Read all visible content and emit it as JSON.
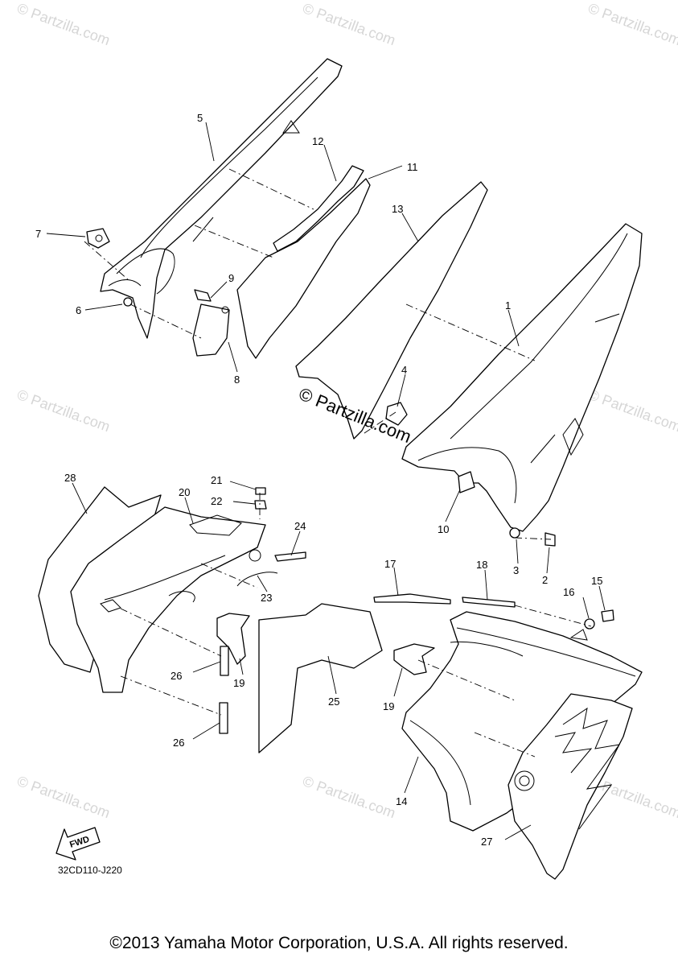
{
  "watermark": {
    "text": "© Partzilla.com",
    "center_text": "© Partzilla.com"
  },
  "diagram_code": "32CD110-J220",
  "fwd_label": "FWD",
  "copyright": "©2013 Yamaha Motor Corporation, U.S.A. All rights reserved.",
  "callouts": [
    {
      "id": "1",
      "text": "1"
    },
    {
      "id": "2",
      "text": "2"
    },
    {
      "id": "3",
      "text": "3"
    },
    {
      "id": "4",
      "text": "4"
    },
    {
      "id": "5",
      "text": "5"
    },
    {
      "id": "6",
      "text": "6"
    },
    {
      "id": "7",
      "text": "7"
    },
    {
      "id": "8",
      "text": "8"
    },
    {
      "id": "9",
      "text": "9"
    },
    {
      "id": "10",
      "text": "10"
    },
    {
      "id": "11",
      "text": "11"
    },
    {
      "id": "12",
      "text": "12"
    },
    {
      "id": "13",
      "text": "13"
    },
    {
      "id": "14",
      "text": "14"
    },
    {
      "id": "15",
      "text": "15"
    },
    {
      "id": "16",
      "text": "16"
    },
    {
      "id": "17",
      "text": "17"
    },
    {
      "id": "18",
      "text": "18"
    },
    {
      "id": "19a",
      "text": "19"
    },
    {
      "id": "19b",
      "text": "19"
    },
    {
      "id": "20",
      "text": "20"
    },
    {
      "id": "21",
      "text": "21"
    },
    {
      "id": "22",
      "text": "22"
    },
    {
      "id": "23",
      "text": "23"
    },
    {
      "id": "24",
      "text": "24"
    },
    {
      "id": "25",
      "text": "25"
    },
    {
      "id": "26a",
      "text": "26"
    },
    {
      "id": "26b",
      "text": "26"
    },
    {
      "id": "27",
      "text": "27"
    },
    {
      "id": "28",
      "text": "28"
    }
  ]
}
